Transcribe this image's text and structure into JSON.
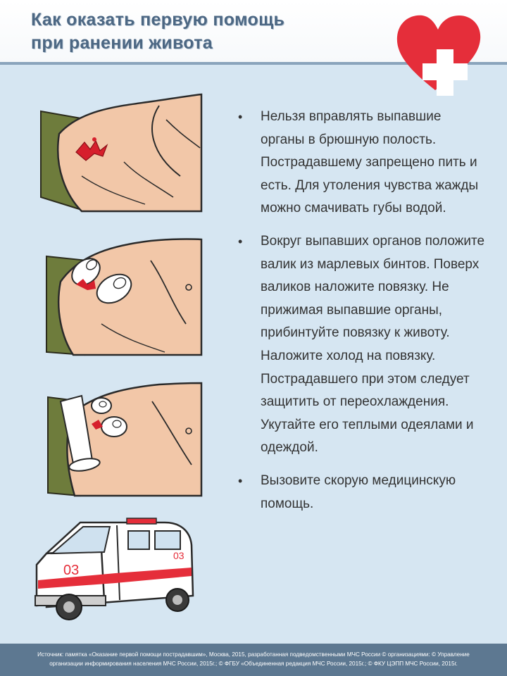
{
  "title": {
    "line1": "Как оказать первую помощь",
    "line2": "при ранении живота"
  },
  "colors": {
    "background": "#d6e6f2",
    "title": "#4c6783",
    "heart": "#e52e3a",
    "footer": "#5d7891"
  },
  "icons": [
    "heart-cross-logo",
    "wounded-abdomen-illustration",
    "bandage-rolls-illustration",
    "bandaged-abdomen-illustration",
    "ambulance-illustration"
  ],
  "illustrations": {
    "ambulance_number": "03"
  },
  "bullets": [
    "Нельзя вправлять выпавшие органы в брюшную полость. Пострадавшему запрещено пить и есть. Для утоления чувства жажды можно смачивать губы водой.",
    "Вокруг выпавших органов положите валик из марлевых бинтов. Поверх валиков наложите повязку. Не прижимая выпавшие органы, прибинтуйте повязку к животу. Наложите холод на повязку. Пострадавшего при этом следует защитить от переохлаждения. Укутайте его теплыми одеялами и одеждой.",
    "Вызовите скорую медицинскую помощь."
  ],
  "footer": {
    "line1": "Источник: памятка «Оказание первой помощи пострадавшим», Москва, 2015, разработанная подведомственными МЧС России © организациями: © Управление",
    "line2": "организации информирования населения МЧС России, 2015г.; © ФГБУ «Объединенная редакция МЧС России, 2015г.; © ФКУ ЦЭПП МЧС России, 2015г."
  }
}
